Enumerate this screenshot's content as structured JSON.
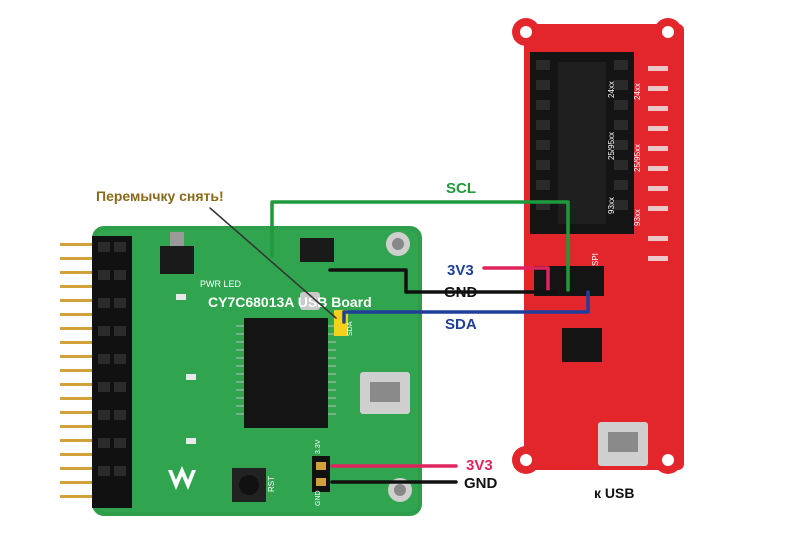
{
  "labels": {
    "scl": "SCL",
    "v33_top": "3V3",
    "gnd_top": "GND",
    "sda": "SDA",
    "v33_bottom": "3V3",
    "gnd_bottom": "GND",
    "usb": "к USB",
    "note": "Перемычку снять!"
  },
  "silkscreen": {
    "board_title": "CY7C68013A USB Board",
    "pwr_led": "PWR LED",
    "rst": "RST",
    "jumper": "SDA",
    "v33_pin": "3.3V",
    "gnd_pin": "GND",
    "chip_24xx": "24xx",
    "chip_25xx": "25/95xx",
    "chip_93xx": "93xx",
    "spi": "SPI",
    "chip_24xx_right": "24xx",
    "chip_25xx_right": "25/95xx",
    "chip_93xx_right": "93xx"
  },
  "colors": {
    "scl": "#1e9a3a",
    "v33": "#e0245e",
    "gnd": "#111111",
    "sda": "#1f3f99",
    "note": "#8a6a1a",
    "green_board": "#2f9e4a",
    "red_board": "#e3262b"
  }
}
